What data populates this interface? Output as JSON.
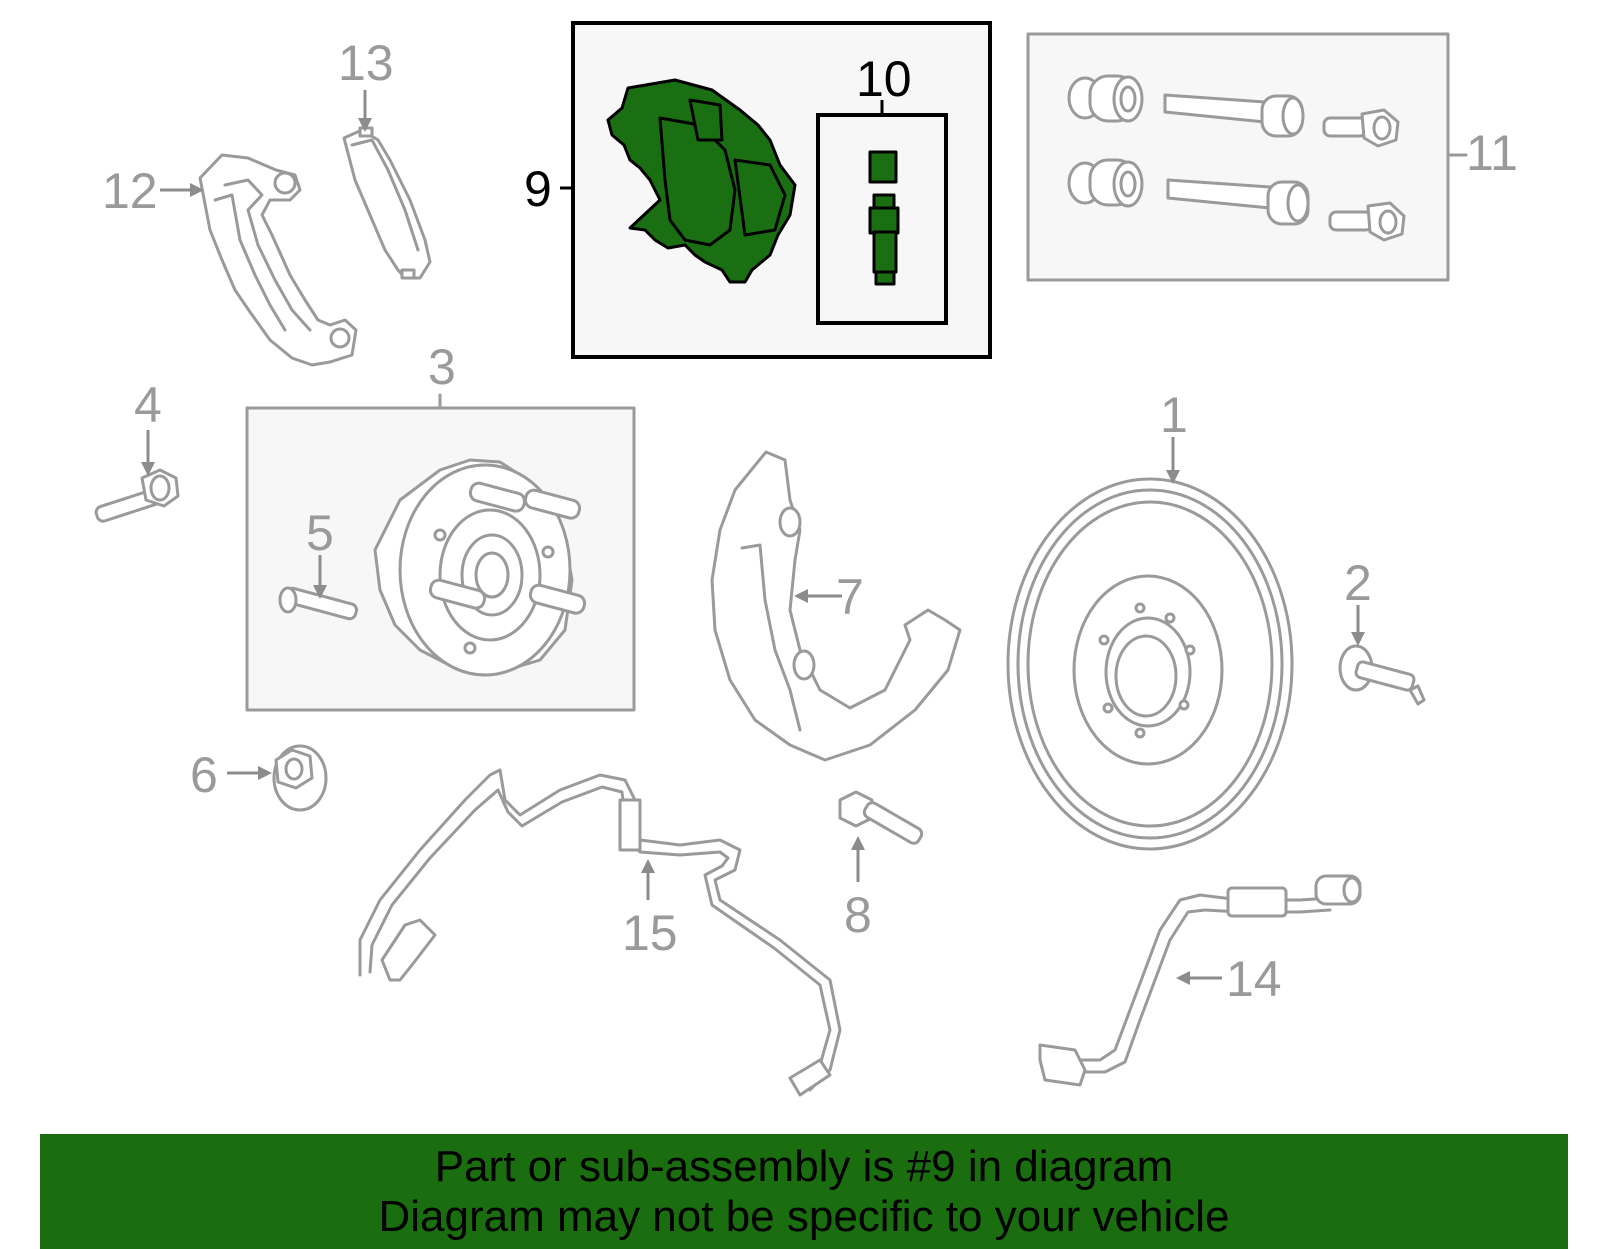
{
  "callouts": {
    "c1": "1",
    "c2": "2",
    "c3": "3",
    "c4": "4",
    "c5": "5",
    "c6": "6",
    "c7": "7",
    "c8": "8",
    "c9": "9",
    "c10": "10",
    "c11": "11",
    "c12": "12",
    "c13": "13",
    "c14": "14",
    "c15": "15"
  },
  "highlight_part": "9",
  "colors": {
    "highlight_green": "#1a6f12",
    "banner_green": "#1b6e0f",
    "part_gray": "#9a9a9a"
  },
  "banner": {
    "line1": "Part or sub-assembly is #9 in diagram",
    "line2": "Diagram may not be specific to your vehicle"
  }
}
